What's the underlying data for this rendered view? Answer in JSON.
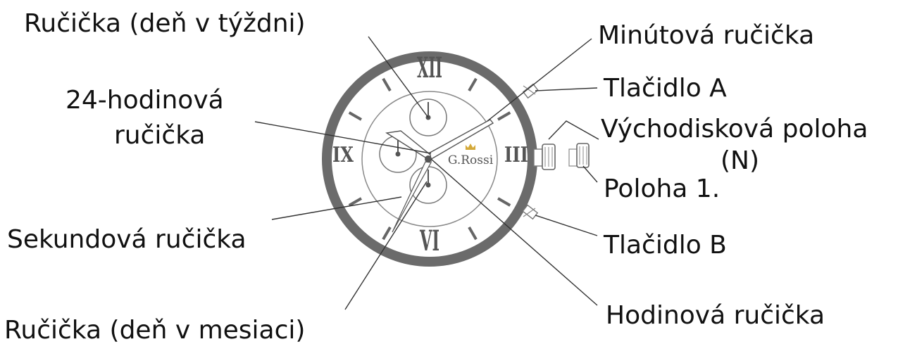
{
  "labels": {
    "weekday_hand": "Ručička (deň v týždni)",
    "minute_hand": "Minútová ručička",
    "button_a": "Tlačidlo A",
    "home_position": "Východisková poloha",
    "home_position_n": "(N)",
    "position_1": "Poloha 1.",
    "hand_24h_line1": "24-hodinová",
    "hand_24h_line2": "ručička",
    "second_hand": "Sekundová ručička",
    "button_b": "Tlačidlo B",
    "hour_hand": "Hodinová ručička",
    "date_hand": "Ručička (deň v mesiaci)"
  },
  "dial": {
    "brand": "G.Rossi",
    "numeral_12": "XII",
    "numeral_3": "III",
    "numeral_6": "VI",
    "numeral_9": "IX"
  },
  "colors": {
    "case": "#6b6b6b",
    "crown_gold": "#d4a93a",
    "text": "#111111"
  }
}
